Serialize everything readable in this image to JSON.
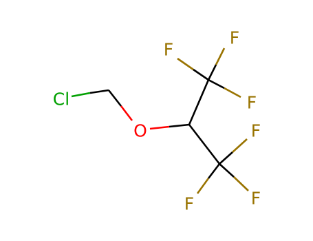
{
  "molecule": {
    "colors": {
      "bond": "#000000",
      "chlorine": "#00a000",
      "oxygen": "#ff0000",
      "fluorine": "#997300"
    },
    "atoms": [
      {
        "id": "cl",
        "element": "chlorine",
        "label": "Cl"
      },
      {
        "id": "o",
        "element": "oxygen",
        "label": "O"
      },
      {
        "id": "f1",
        "element": "fluorine",
        "label": "F"
      },
      {
        "id": "f2",
        "element": "fluorine",
        "label": "F"
      },
      {
        "id": "f3",
        "element": "fluorine",
        "label": "F"
      },
      {
        "id": "f4",
        "element": "fluorine",
        "label": "F"
      },
      {
        "id": "f5",
        "element": "fluorine",
        "label": "F"
      },
      {
        "id": "f6",
        "element": "fluorine",
        "label": "F"
      }
    ]
  }
}
